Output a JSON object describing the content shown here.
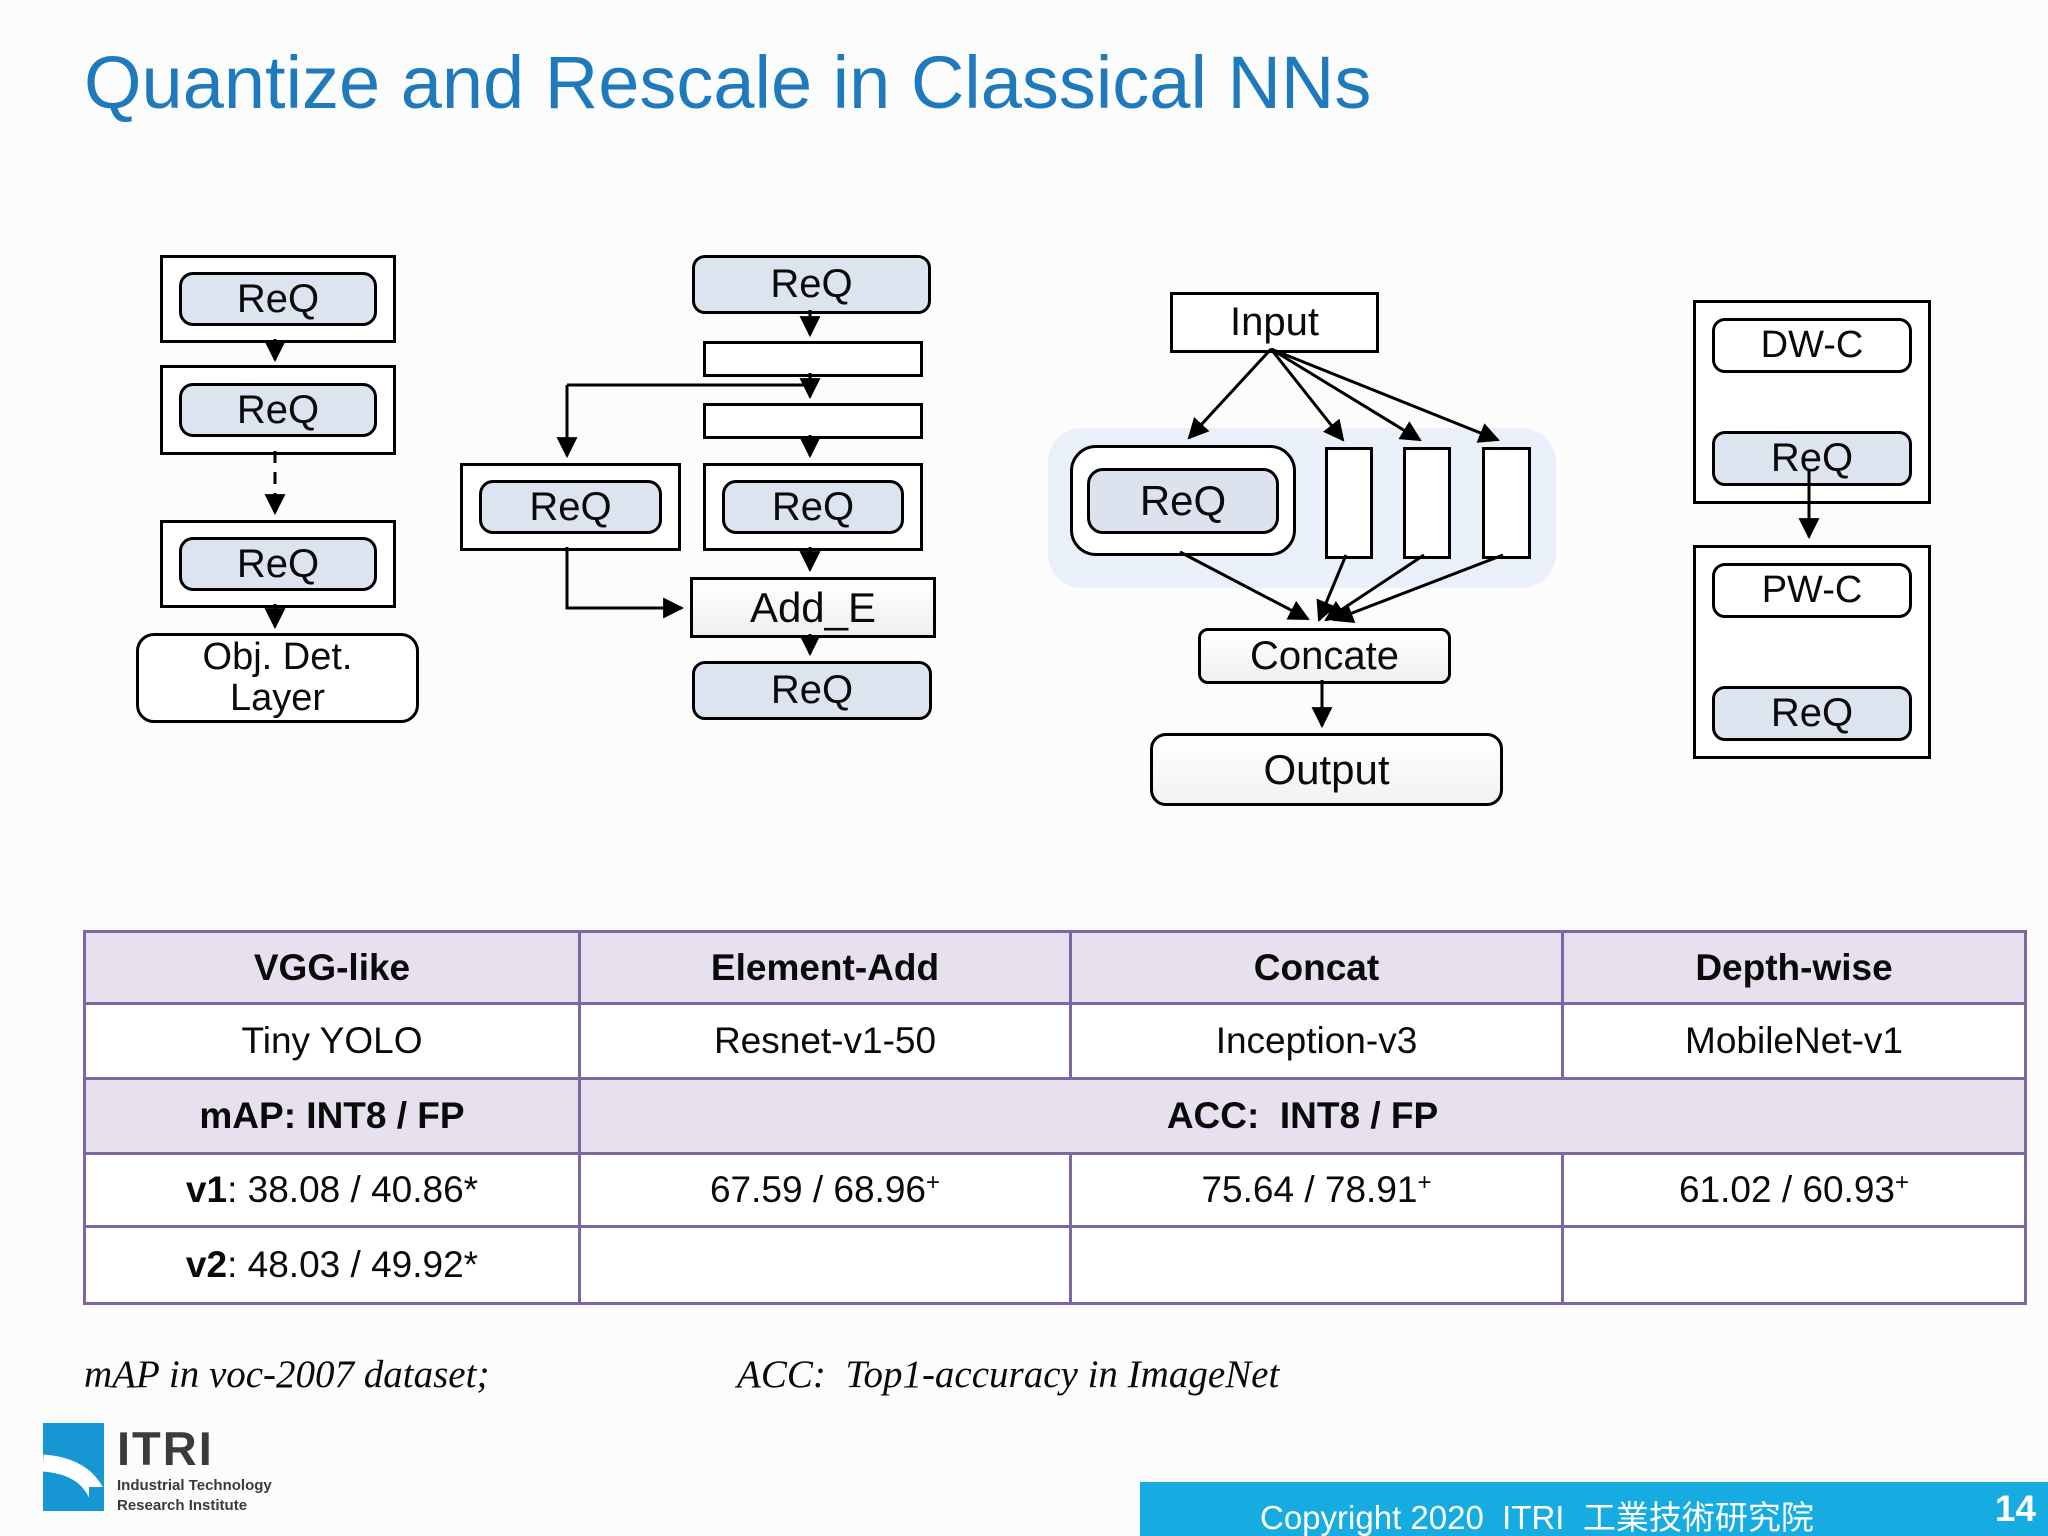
{
  "slide": {
    "title": "Quantize and Rescale in Classical NNs",
    "footnote_left": "mAP in voc-2007 dataset;",
    "footnote_right": "ACC:  Top1-accuracy in ImageNet",
    "footer": {
      "copyright": "Copyright 2020  ITRI  工業技術研究院",
      "page_number": "14"
    },
    "logo": {
      "title": "ITRI",
      "subtitle_line1": "Industrial Technology",
      "subtitle_line2": "Research Institute"
    }
  },
  "diagrams": {
    "vgg_like": {
      "req_1": "ReQ",
      "req_2": "ReQ",
      "req_3": "ReQ",
      "obj_det_line1": "Obj. Det.",
      "obj_det_line2": "Layer"
    },
    "element_add": {
      "req_top": "ReQ",
      "req_left": "ReQ",
      "req_right": "ReQ",
      "add_e": "Add_E",
      "req_bottom": "ReQ"
    },
    "concat": {
      "input": "Input",
      "req": "ReQ",
      "concate": "Concate",
      "output": "Output"
    },
    "depth_wise": {
      "dw_c": "DW-C",
      "req_top": "ReQ",
      "pw_c": "PW-C",
      "req_bottom": "ReQ"
    }
  },
  "table": {
    "headers": [
      "VGG-like",
      "Element-Add",
      "Concat",
      "Depth-wise"
    ],
    "models": [
      "Tiny YOLO",
      "Resnet-v1-50",
      "Inception-v3",
      "MobileNet-v1"
    ],
    "metrics": {
      "map_label": "mAP: INT8 / FP",
      "acc_label": "ACC:  INT8 / FP"
    },
    "row_v1": {
      "label": "v1",
      "vgg_rest": ": 38.08 / 40.86*",
      "element_add": "67.59 / 68.96",
      "element_add_sup": "+",
      "concat": "75.64 / 78.91",
      "concat_sup": "+",
      "depth_wise": "61.02 / 60.93",
      "depth_wise_sup": "+"
    },
    "row_v2": {
      "label": "v2",
      "vgg_rest": ": 48.03 / 49.92*",
      "element_add": "",
      "concat": "",
      "depth_wise": ""
    }
  },
  "colors": {
    "title_blue": "#1F7ABD",
    "req_fill": "#DCE4F0",
    "concat_band": "#E9F0FA",
    "table_border": "#7C66A3",
    "table_header_fill": "#E6E0EF",
    "footer_bar": "#16ACE2",
    "logo_blue": "#1697D3"
  }
}
